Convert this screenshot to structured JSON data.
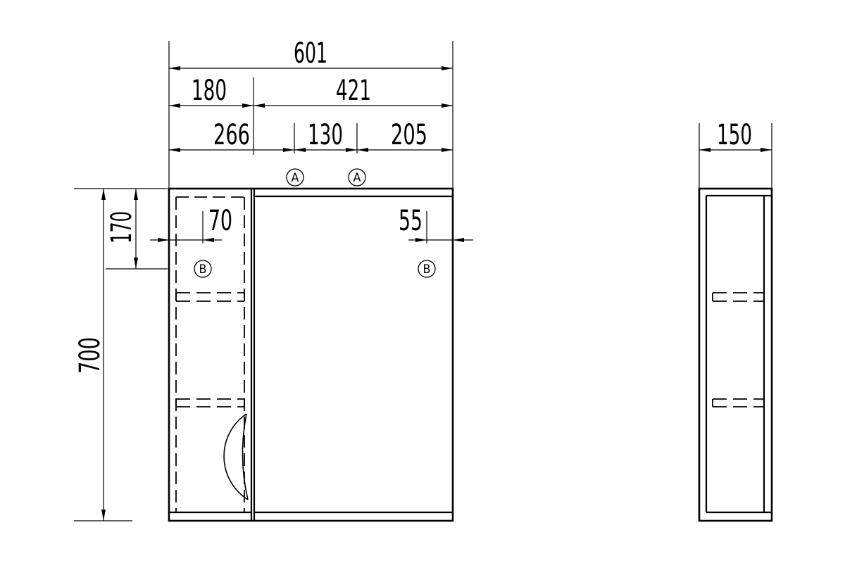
{
  "front_view": {
    "dimensions": {
      "width_total": "601",
      "width_open_section": "180",
      "width_door": "421",
      "a_left_offset": "266",
      "a_spacing": "130",
      "a_right_offset": "205",
      "b_left_offset": "70",
      "b_right_offset": "55",
      "b_top_offset": "170",
      "height_total": "700"
    },
    "markers": {
      "a": [
        "A",
        "A"
      ],
      "b": [
        "B",
        "B"
      ]
    }
  },
  "side_view": {
    "dimensions": {
      "depth": "150"
    }
  },
  "colors": {
    "line": "#000000",
    "background": "#ffffff"
  }
}
